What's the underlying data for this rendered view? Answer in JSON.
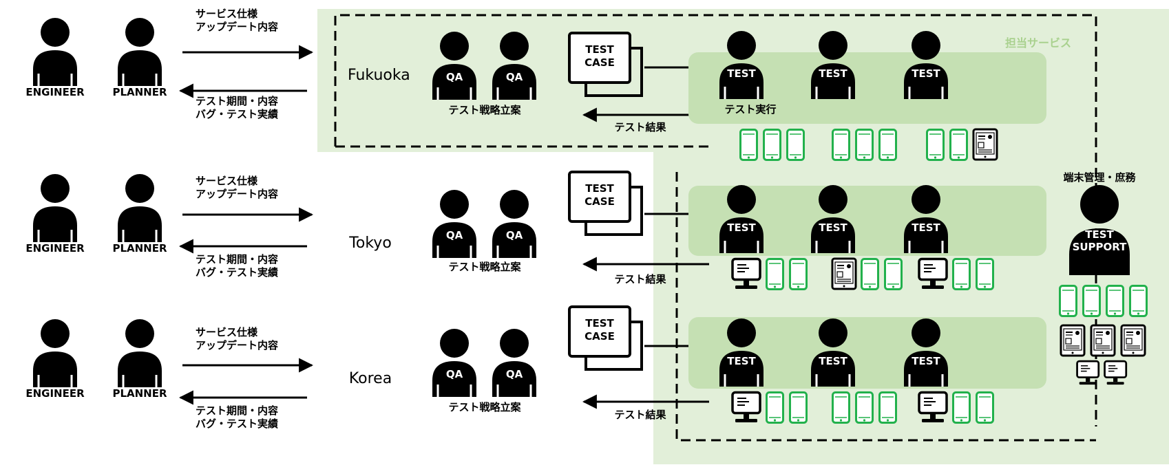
{
  "colors": {
    "bg_green": "#e2efd9",
    "band_green": "#c5e0b3",
    "device_green": "#22b14c",
    "ink": "#000000",
    "service_label": "#a9d18e"
  },
  "labels": {
    "service_area": "担当サービス",
    "support_title": "端末管理・庶務",
    "support_body_line1": "TEST",
    "support_body_line2": "SUPPORT",
    "test_case_line1": "TEST",
    "test_case_line2": "CASE"
  },
  "rows": [
    {
      "location": "Fukuoka",
      "engineer": "ENGINEER",
      "planner": "PLANNER",
      "request_line1": "サービス仕様",
      "request_line2": "アップデート内容",
      "report_line1": "テスト期間・内容",
      "report_line2": "バグ・テスト実績",
      "qa": [
        "QA",
        "QA"
      ],
      "qa_caption": "テスト戦略立案",
      "result": "テスト結果",
      "execution_caption": "テスト実行",
      "testers": [
        "TEST",
        "TEST",
        "TEST"
      ],
      "device_groups": [
        [
          "phone",
          "phone",
          "phone"
        ],
        [
          "phone",
          "phone",
          "phone"
        ],
        [
          "phone",
          "phone",
          "tablet"
        ]
      ]
    },
    {
      "location": "Tokyo",
      "engineer": "ENGINEER",
      "planner": "PLANNER",
      "request_line1": "サービス仕様",
      "request_line2": "アップデート内容",
      "report_line1": "テスト期間・内容",
      "report_line2": "バグ・テスト実績",
      "qa": [
        "QA",
        "QA"
      ],
      "qa_caption": "テスト戦略立案",
      "result": "テスト結果",
      "execution_caption": "",
      "testers": [
        "TEST",
        "TEST",
        "TEST"
      ],
      "device_groups": [
        [
          "pc",
          "phone",
          "phone"
        ],
        [
          "tablet",
          "phone",
          "phone"
        ],
        [
          "pc",
          "phone",
          "phone"
        ]
      ]
    },
    {
      "location": "Korea",
      "engineer": "ENGINEER",
      "planner": "PLANNER",
      "request_line1": "サービス仕様",
      "request_line2": "アップデート内容",
      "report_line1": "テスト期間・内容",
      "report_line2": "バグ・テスト実績",
      "qa": [
        "QA",
        "QA"
      ],
      "qa_caption": "テスト戦略立案",
      "result": "テスト結果",
      "execution_caption": "",
      "testers": [
        "TEST",
        "TEST",
        "TEST"
      ],
      "device_groups": [
        [
          "pc",
          "phone",
          "phone"
        ],
        [
          "phone",
          "phone",
          "phone"
        ],
        [
          "pc",
          "phone",
          "phone"
        ]
      ]
    }
  ],
  "support_devices": {
    "phones": 4,
    "tablets": 3,
    "pcs": 2
  }
}
